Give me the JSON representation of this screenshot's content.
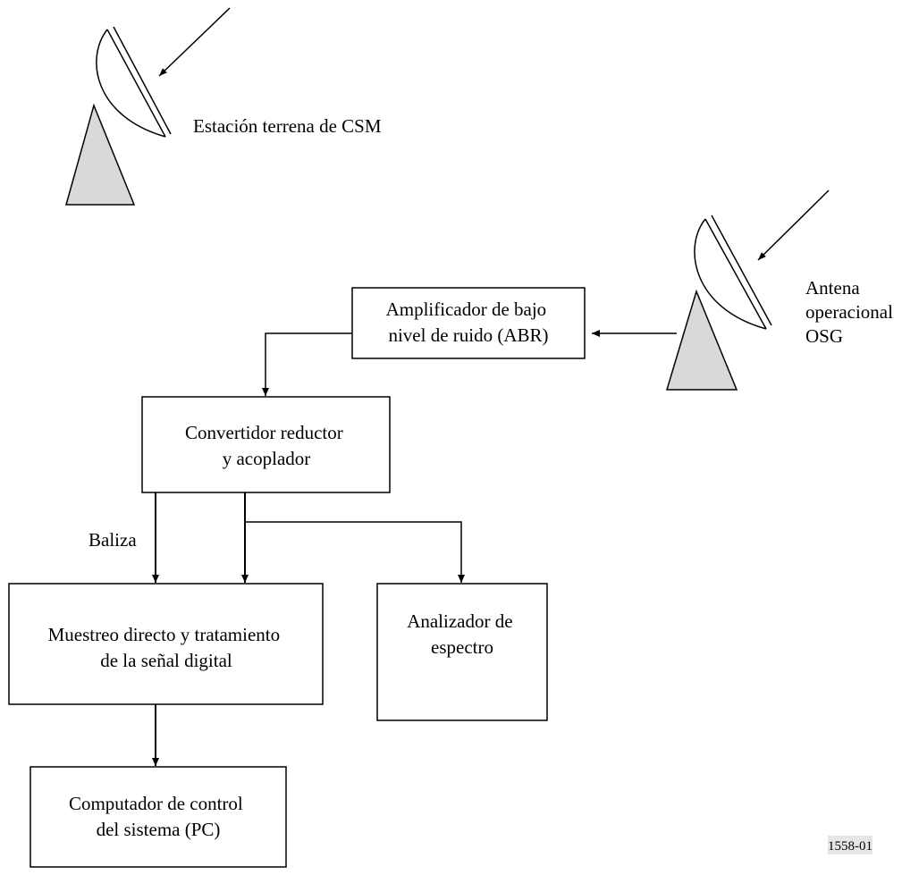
{
  "diagram": {
    "csm_station_label": "Estación terrena de CSM",
    "gso_antenna_label": [
      "Antena",
      "operacional",
      "OSG"
    ],
    "lna_box": [
      "Amplificador de bajo",
      "nivel de ruido (ABR)"
    ],
    "downconverter_box": [
      "Convertidor reductor",
      "y acoplador"
    ],
    "beacon_label": "Baliza",
    "dsp_box": [
      "Muestreo directo y tratamiento",
      "de la señal digital"
    ],
    "spectrum_box": [
      "Analizador de",
      "espectro"
    ],
    "pc_box": [
      "Computador de control",
      "del sistema (PC)"
    ],
    "figure_id": "1558-01",
    "colors": {
      "line": "#000000",
      "antenna_fill": "#d9d9d9",
      "figure_id_bg": "#e6e6e6"
    }
  }
}
